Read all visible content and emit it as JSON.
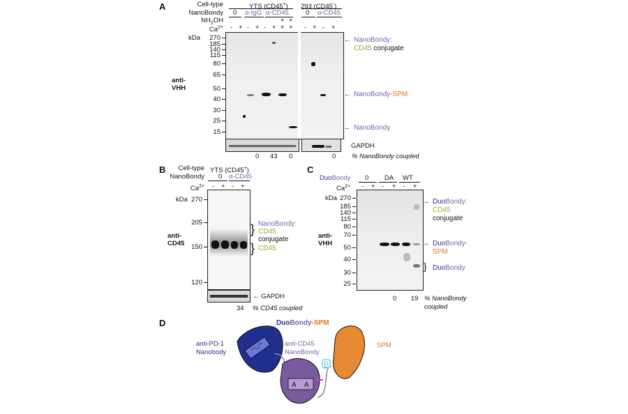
{
  "panelA": {
    "label": "A",
    "rows": {
      "celltype": "Cell-type",
      "nanobody": "NanoBondy",
      "nh2oh": "NH2OH",
      "ca": "Ca2+"
    },
    "groups": {
      "yts": "YTS (CD45+)",
      "h293": "293 (CD45-)"
    },
    "cond": {
      "zero": "0",
      "aigg": "α-IgG",
      "acd45": "α-CD45"
    },
    "signs": [
      "-",
      "+",
      "-",
      "+",
      "-",
      "+",
      "+",
      "+",
      "-",
      "+",
      "-",
      "+"
    ],
    "nh2oh_signs": [
      "+",
      "+"
    ],
    "kda": "kDa",
    "markers": [
      "270",
      "185",
      "140",
      "115",
      "80",
      "65",
      "50",
      "40",
      "30",
      "25",
      "15"
    ],
    "ylabel": [
      "anti-",
      "VHH"
    ],
    "right": {
      "conj_top": "NanoBondy:",
      "conj_mid": "CD45",
      "conj_bot": " conjugate",
      "spm_a": "NanoBondy-",
      "spm_b": "SPM",
      "nb": "NanoBondy"
    },
    "gapdh": "GAPDH",
    "pct": [
      "0",
      "43",
      "0",
      "0"
    ],
    "pct_label": "% NanoBondy coupled"
  },
  "panelB": {
    "label": "B",
    "rows": {
      "celltype": "Cell-type",
      "nanobody": "NanoBondy",
      "ca": "Ca2+"
    },
    "group": "YTS (CD45+)",
    "cond": {
      "zero": "0",
      "acd45": "α-CD45"
    },
    "signs": [
      "-",
      "+",
      "-",
      "+"
    ],
    "kda": "kDa",
    "markers": [
      "270",
      "205",
      "150",
      "120"
    ],
    "ylabel": [
      "anti-",
      "CD45"
    ],
    "right": {
      "nb": "NanoBondy:",
      "cd45": "CD45",
      "conj": "conjugate",
      "cd45b": "CD45"
    },
    "gapdh": "GAPDH",
    "pct": "34",
    "pct_label": "% CD45 coupled"
  },
  "panelC": {
    "label": "C",
    "rows": {
      "duo_a": "Duo",
      "duo_b": "Bondy",
      "ca": "Ca2+"
    },
    "cond": {
      "zero": "0",
      "da": "DA",
      "wt": "WT"
    },
    "signs": [
      "-",
      "+",
      "-",
      "+",
      "-",
      "+"
    ],
    "kda": "kDa",
    "markers": [
      "270",
      "185",
      "140",
      "115",
      "80",
      "70",
      "50",
      "40",
      "30",
      "25"
    ],
    "ylabel": [
      "anti-",
      "VHH"
    ],
    "right": {
      "duo_a": "Duo",
      "duo_b": "Bondy:",
      "cd45": "CD45",
      "conj": "conjugate",
      "spm_a": "Duo",
      "spm_b": "Bondy-",
      "spm_c": "SPM",
      "db_a": "Duo",
      "db_b": "Bondy"
    },
    "pct": [
      "0",
      "19"
    ],
    "pct_label": [
      "% NanoBondy",
      "coupled"
    ]
  },
  "panelD": {
    "label": "D",
    "title": {
      "a": "Duo",
      "b": "Bondy",
      "c": "-SPM"
    },
    "pd1": [
      "anti-PD-1",
      "Nanobody"
    ],
    "cd45": [
      "anti-CD45",
      "NanoBondy"
    ],
    "spm": "SPM",
    "d": "D",
    "a1": "A",
    "a2": "A",
    "colors": {
      "navy": "#1f2f8e",
      "purple": "#7a5a9e",
      "orange": "#e58a32",
      "cyan": "#39c2d7",
      "magenta": "#d13cc0"
    }
  }
}
